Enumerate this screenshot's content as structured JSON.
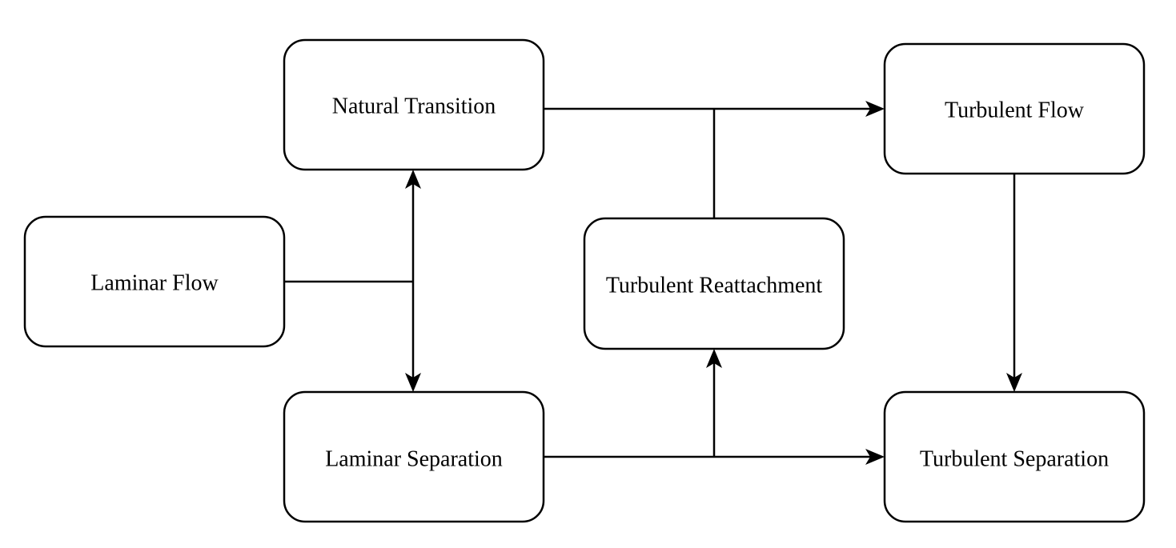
{
  "colors": {
    "stroke": "#000000",
    "fill": "#ffffff",
    "text": "#000000"
  },
  "nodes": {
    "laminar_flow": "Laminar Flow",
    "natural_transition": "Natural Transition",
    "laminar_separation": "Laminar Separation",
    "turbulent_reattachment": "Turbulent Reattachment",
    "turbulent_flow": "Turbulent Flow",
    "turbulent_separation": "Turbulent Separation"
  },
  "edges": [
    {
      "from": "laminar_flow",
      "to": "natural_transition"
    },
    {
      "from": "laminar_flow",
      "to": "laminar_separation"
    },
    {
      "from": "natural_transition",
      "to": "turbulent_flow"
    },
    {
      "from": "turbulent_reattachment",
      "to": "turbulent_flow"
    },
    {
      "from": "laminar_separation",
      "to": "turbulent_reattachment"
    },
    {
      "from": "laminar_separation",
      "to": "turbulent_separation"
    },
    {
      "from": "turbulent_flow",
      "to": "turbulent_separation"
    }
  ]
}
